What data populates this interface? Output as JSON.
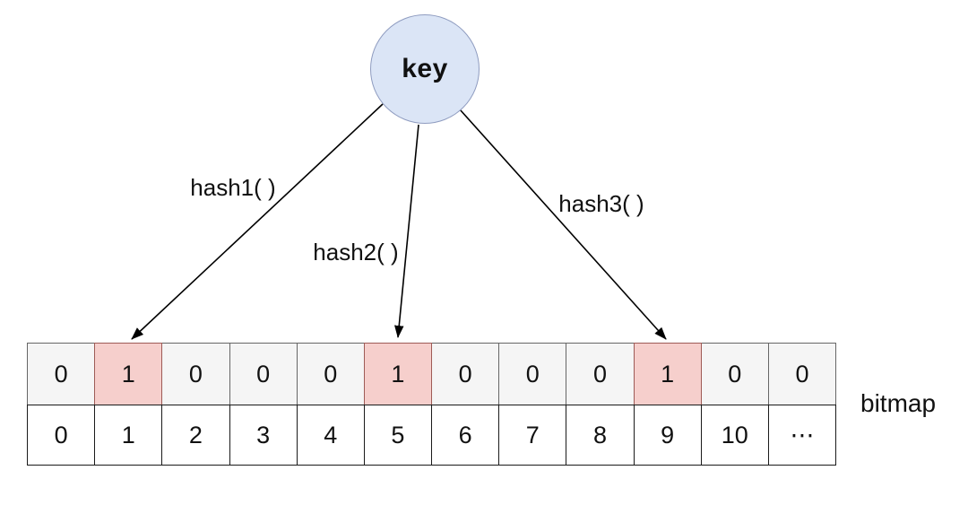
{
  "diagram": {
    "key_node": {
      "label": "key"
    },
    "hash_labels": [
      {
        "label": "hash1( )"
      },
      {
        "label": "hash2( )"
      },
      {
        "label": "hash3( )"
      }
    ],
    "bitmap": {
      "label": "bitmap",
      "bits": [
        "0",
        "1",
        "0",
        "0",
        "0",
        "1",
        "0",
        "0",
        "0",
        "1",
        "0",
        "0"
      ],
      "set_bit_indices": [
        1,
        5,
        9
      ],
      "indices": [
        "0",
        "1",
        "2",
        "3",
        "4",
        "5",
        "6",
        "7",
        "8",
        "9",
        "10",
        "⋯"
      ]
    },
    "colors": {
      "key_fill": "#dbe5f6",
      "key_stroke": "#8f9cc0",
      "bit_on_fill": "#f6cfcc",
      "bit_on_stroke": "#9e5b56",
      "bit_off_fill": "#f5f5f5",
      "bit_row_stroke": "#666666",
      "index_row_stroke": "#1a1a1a",
      "arrow_color": "#000000"
    }
  }
}
